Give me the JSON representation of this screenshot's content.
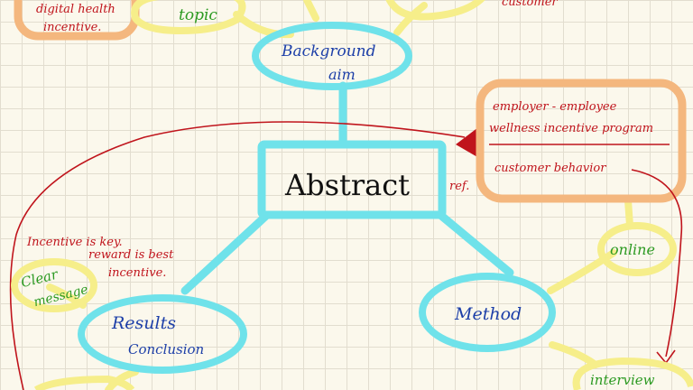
{
  "center": {
    "label": "Abstract"
  },
  "background": {
    "line1": "Background",
    "line2": "aim"
  },
  "results": {
    "line1": "Results",
    "line2": "Conclusion"
  },
  "method": {
    "label": "Method"
  },
  "top_row": {
    "incentive_line1": "digital health",
    "incentive_line2": "incentive.",
    "topic": "topic",
    "customer": "customer"
  },
  "ref_box": {
    "line1": "employer - employee",
    "line2": "wellness incentive program",
    "line3": "customer behavior",
    "ref": "ref."
  },
  "method_branches": {
    "online": "online",
    "interview": "interview"
  },
  "results_notes": {
    "clear_line1": "Clear",
    "clear_line2": "message",
    "note1": "Incentive is key.",
    "note2": "reward is best",
    "note3": "incentive."
  },
  "colors": {
    "cyan": "#6fe2ea",
    "yellow": "#f6ee8a",
    "orange": "#f4b77e",
    "blue_ink": "#1d3fa8",
    "red_ink": "#c0141c",
    "green_ink": "#2c9a22",
    "black_ink": "#111111"
  }
}
